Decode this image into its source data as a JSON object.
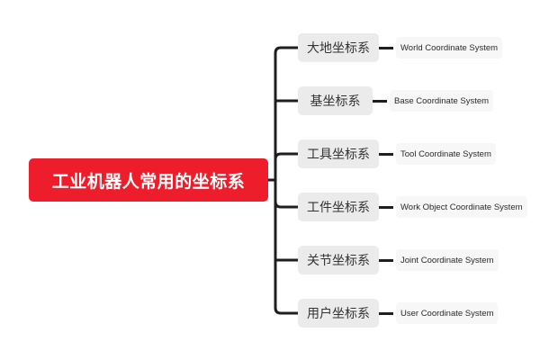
{
  "colors": {
    "root_bg": "#ee1d2b",
    "branch_bg": "#ebebeb",
    "leaf_bg": "#f7f7f7",
    "line": "#1f1f1f"
  },
  "root": {
    "label": "工业机器人常用的坐标系"
  },
  "branches": [
    {
      "label": "大地坐标系",
      "english": "World Coordinate System"
    },
    {
      "label": "基坐标系",
      "english": "Base Coordinate System"
    },
    {
      "label": "工具坐标系",
      "english": "Tool Coordinate System"
    },
    {
      "label": "工件坐标系",
      "english": "Work Object Coordinate System"
    },
    {
      "label": "关节坐标系",
      "english": "Joint Coordinate System"
    },
    {
      "label": "用户坐标系",
      "english": "User Coordinate System"
    }
  ]
}
